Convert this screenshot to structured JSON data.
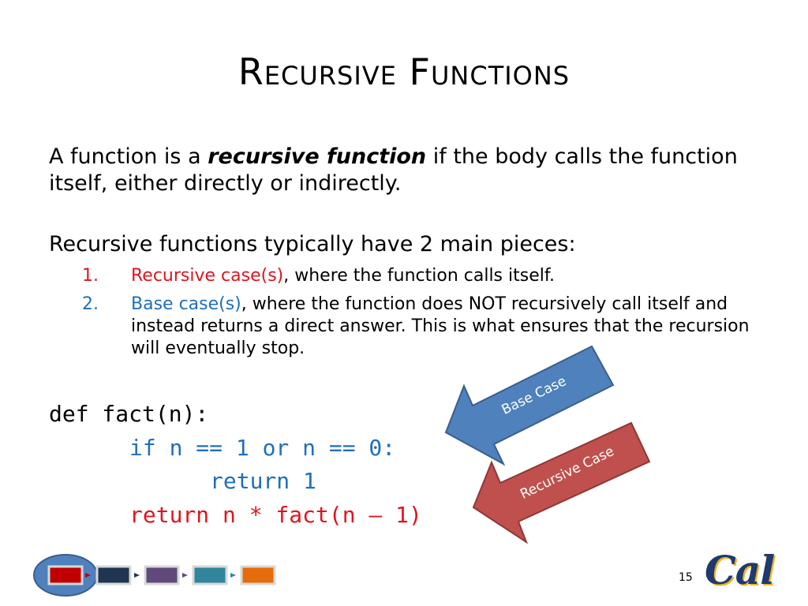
{
  "slide": {
    "title": "Recursive Functions",
    "page_number": "15"
  },
  "intro": {
    "before": "A function is a ",
    "term": "recursive function",
    "after": " if the body calls the function itself, either directly or indirectly."
  },
  "pieces": {
    "heading": "Recursive functions typically have 2 main pieces:",
    "items": [
      {
        "num": "1.",
        "label": "Recursive case(s)",
        "rest": ", where the function calls itself."
      },
      {
        "num": "2.",
        "label": "Base case(s)",
        "rest": ", where the function does NOT recursively call itself and instead returns a direct answer.  This is what ensures that the recursion will eventually stop."
      }
    ]
  },
  "code": {
    "line1": "def fact(n):",
    "line2": "if n == 1 or n == 0:",
    "line3": "return 1",
    "line4": "return n * fact(n – 1)"
  },
  "callouts": {
    "base": "Base Case",
    "recursive": "Recursive Case"
  },
  "colors": {
    "recursive_red": "#e0141e",
    "base_blue": "#1f6fb9",
    "base_arrow_fill": "#4f81bd",
    "recursive_arrow_fill": "#c0504d"
  },
  "nav": {
    "icons": [
      "nav-red-icon",
      "nav-navy-icon",
      "nav-purple-icon",
      "nav-teal-icon",
      "nav-orange-icon"
    ]
  },
  "logo": {
    "text": "Cal"
  }
}
